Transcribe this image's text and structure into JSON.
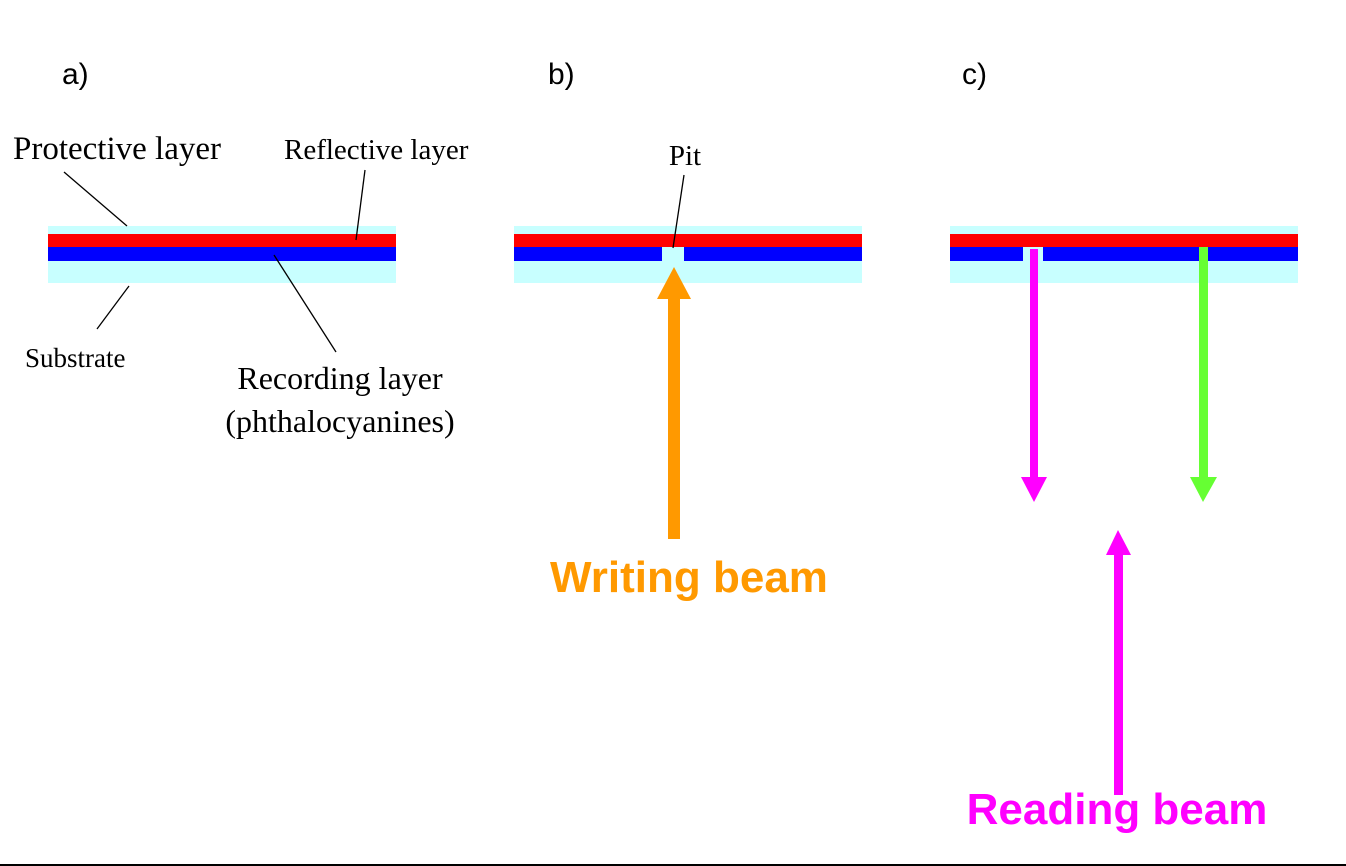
{
  "colors": {
    "substrate": "#c8ffff",
    "reflective": "#ff0000",
    "recording": "#0000ff",
    "writing_beam": "#ff9900",
    "reading_beam": "#ff00ff",
    "reflected_beam": "#66ff33",
    "leader_line": "#000000"
  },
  "panels": {
    "a": {
      "label": "a)"
    },
    "b": {
      "label": "b)"
    },
    "c": {
      "label": "c)"
    }
  },
  "labels": {
    "protective_layer": "Protective layer",
    "reflective_layer": "Reflective layer",
    "substrate": "Substrate",
    "recording_layer_line1": "Recording layer",
    "recording_layer_line2": "(phthalocyanines)",
    "pit": "Pit",
    "writing_beam": "Writing beam",
    "reading_beam": "Reading beam"
  }
}
